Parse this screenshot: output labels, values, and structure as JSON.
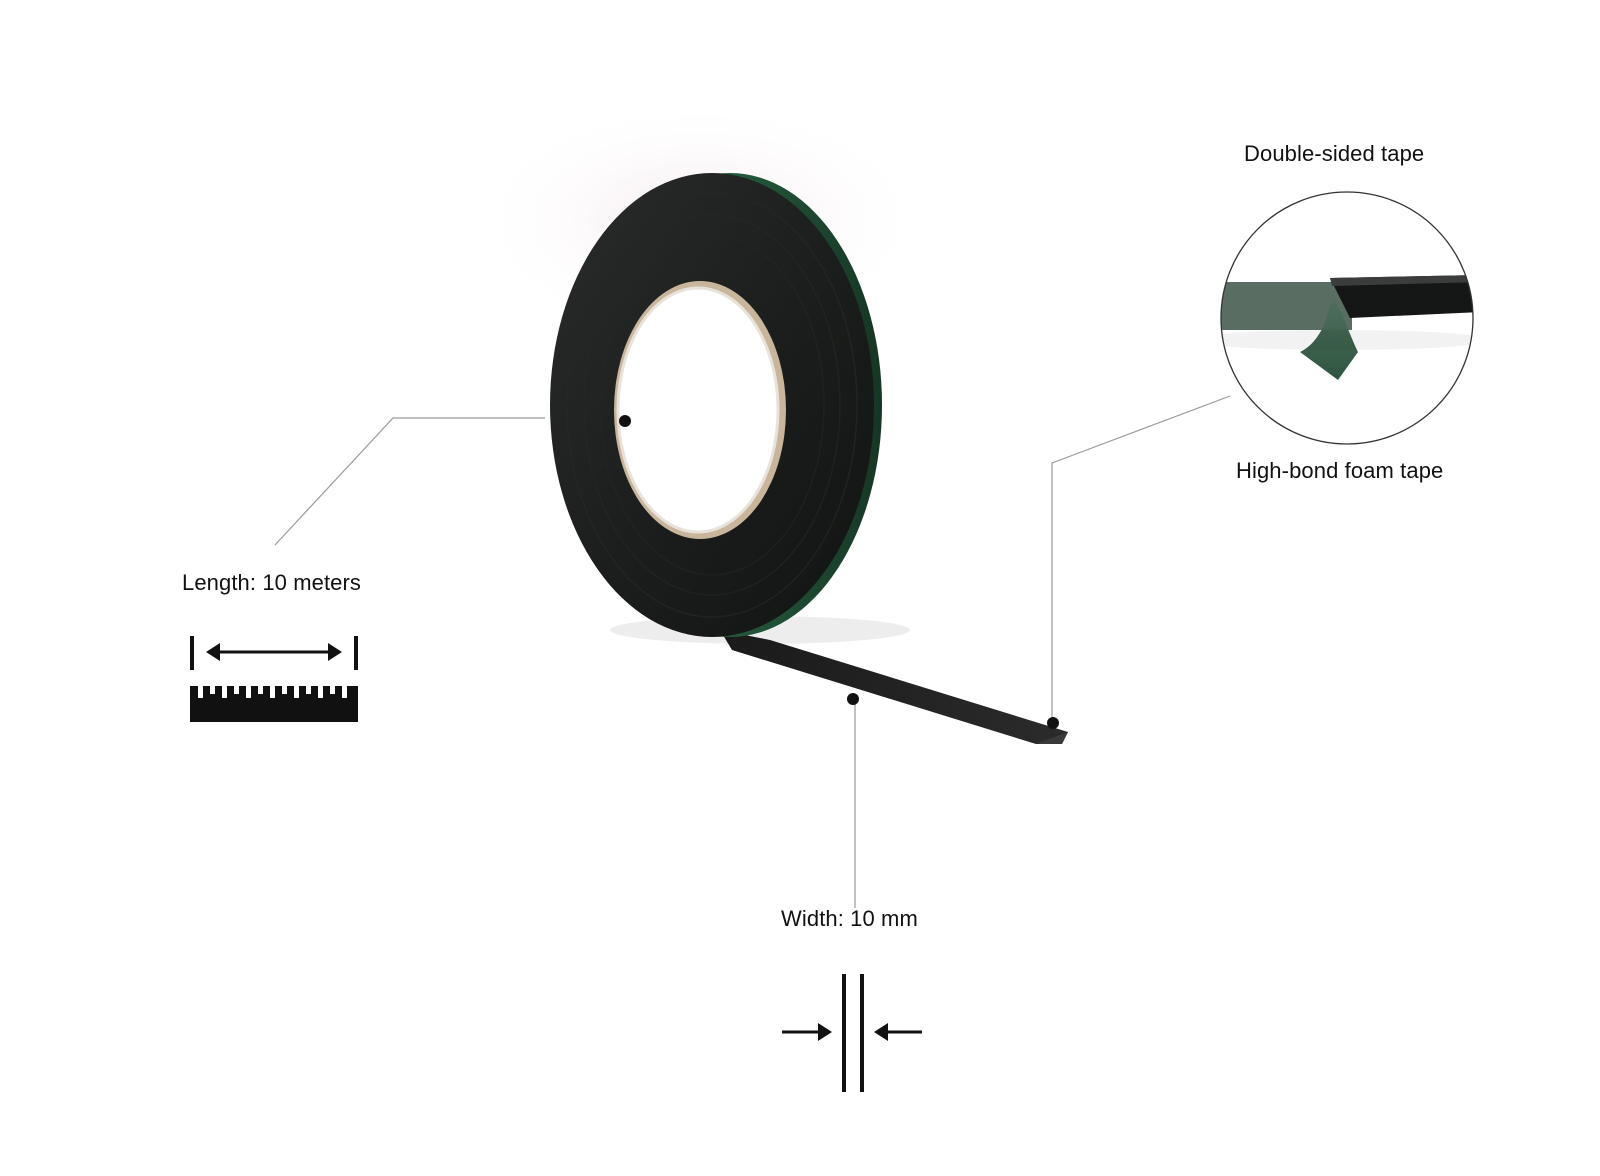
{
  "callouts": {
    "double_sided": "Double-sided tape",
    "high_bond": "High-bond foam tape",
    "length": "Length: 10 meters",
    "width": "Width: 10 mm"
  },
  "product": {
    "name_icon": "tape-roll",
    "colors": {
      "tape_black": "#1b1d1c",
      "liner_green": "#1f4a34",
      "core_tan": "#c8b59c",
      "hole_white": "#ffffff",
      "leader_line": "#9a9a9a",
      "icon_black": "#111111"
    }
  }
}
